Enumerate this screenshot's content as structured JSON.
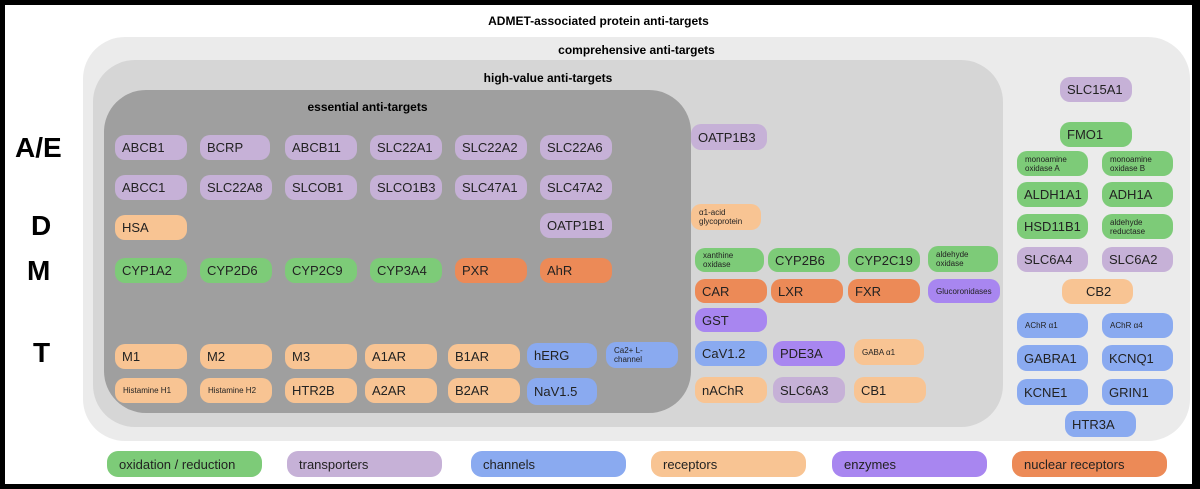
{
  "title": "ADMET-associated protein anti-targets",
  "regions": {
    "comprehensive": "comprehensive anti-targets",
    "high_value": "high-value anti-targets",
    "essential": "essential anti-targets"
  },
  "row_labels": {
    "ae": "A/E",
    "d": "D",
    "m": "M",
    "t": "T"
  },
  "colors": {
    "oxidation_reduction": "#7dcb78",
    "transporters": "#c6b1d7",
    "channels": "#8aaaf0",
    "receptors": "#f8c493",
    "enzymes": "#a886f0",
    "nuclear_receptors": "#ec8a57"
  },
  "legend": [
    {
      "label": "oxidation / reduction",
      "category": "oxid"
    },
    {
      "label": "transporters",
      "category": "trans"
    },
    {
      "label": "channels",
      "category": "chan"
    },
    {
      "label": "receptors",
      "category": "rec"
    },
    {
      "label": "enzymes",
      "category": "enz"
    },
    {
      "label": "nuclear receptors",
      "category": "nuc"
    }
  ],
  "targets": {
    "essential": [
      {
        "label": "ABCB1",
        "category": "trans"
      },
      {
        "label": "BCRP",
        "category": "trans"
      },
      {
        "label": "ABCB11",
        "category": "trans"
      },
      {
        "label": "SLC22A1",
        "category": "trans"
      },
      {
        "label": "SLC22A2",
        "category": "trans"
      },
      {
        "label": "SLC22A6",
        "category": "trans"
      },
      {
        "label": "ABCC1",
        "category": "trans"
      },
      {
        "label": "SLC22A8",
        "category": "trans"
      },
      {
        "label": "SLCOB1",
        "category": "trans"
      },
      {
        "label": "SLCO1B3",
        "category": "trans"
      },
      {
        "label": "SLC47A1",
        "category": "trans"
      },
      {
        "label": "SLC47A2",
        "category": "trans"
      },
      {
        "label": "HSA",
        "category": "rec"
      },
      {
        "label": "OATP1B1",
        "category": "trans"
      },
      {
        "label": "CYP1A2",
        "category": "oxid"
      },
      {
        "label": "CYP2D6",
        "category": "oxid"
      },
      {
        "label": "CYP2C9",
        "category": "oxid"
      },
      {
        "label": "CYP3A4",
        "category": "oxid"
      },
      {
        "label": "PXR",
        "category": "nuc"
      },
      {
        "label": "AhR",
        "category": "nuc"
      },
      {
        "label": "M1",
        "category": "rec"
      },
      {
        "label": "M2",
        "category": "rec"
      },
      {
        "label": "M3",
        "category": "rec"
      },
      {
        "label": "A1AR",
        "category": "rec"
      },
      {
        "label": "B1AR",
        "category": "rec"
      },
      {
        "label": "hERG",
        "category": "chan"
      },
      {
        "label": "Ca2+ L-channel",
        "category": "chan"
      },
      {
        "label": "Histamine H1",
        "category": "rec"
      },
      {
        "label": "Histamine H2",
        "category": "rec"
      },
      {
        "label": "HTR2B",
        "category": "rec"
      },
      {
        "label": "A2AR",
        "category": "rec"
      },
      {
        "label": "B2AR",
        "category": "rec"
      },
      {
        "label": "NaV1.5",
        "category": "chan"
      }
    ],
    "high_value": [
      {
        "label": "OATP1B3",
        "category": "trans"
      },
      {
        "label": "α1-acid glycoprotein",
        "category": "rec"
      },
      {
        "label": "xanthine oxidase",
        "category": "oxid"
      },
      {
        "label": "CYP2B6",
        "category": "oxid"
      },
      {
        "label": "CYP2C19",
        "category": "oxid"
      },
      {
        "label": "aldehyde oxidase",
        "category": "oxid"
      },
      {
        "label": "CAR",
        "category": "nuc"
      },
      {
        "label": "LXR",
        "category": "nuc"
      },
      {
        "label": "FXR",
        "category": "nuc"
      },
      {
        "label": "Glucoronidases",
        "category": "enz"
      },
      {
        "label": "GST",
        "category": "enz"
      },
      {
        "label": "CaV1.2",
        "category": "chan"
      },
      {
        "label": "PDE3A",
        "category": "enz"
      },
      {
        "label": "GABA α1",
        "category": "rec"
      },
      {
        "label": "nAChR",
        "category": "rec"
      },
      {
        "label": "SLC6A3",
        "category": "trans"
      },
      {
        "label": "CB1",
        "category": "rec"
      }
    ],
    "comprehensive": [
      {
        "label": "SLC15A1",
        "category": "trans"
      },
      {
        "label": "FMO1",
        "category": "oxid"
      },
      {
        "label": "monoamine oxidase A",
        "category": "oxid"
      },
      {
        "label": "monoamine oxidase B",
        "category": "oxid"
      },
      {
        "label": "ALDH1A1",
        "category": "oxid"
      },
      {
        "label": "ADH1A",
        "category": "oxid"
      },
      {
        "label": "HSD11B1",
        "category": "oxid"
      },
      {
        "label": "aldehyde reductase",
        "category": "oxid"
      },
      {
        "label": "SLC6A4",
        "category": "trans"
      },
      {
        "label": "SLC6A2",
        "category": "trans"
      },
      {
        "label": "CB2",
        "category": "rec"
      },
      {
        "label": "AChR α1",
        "category": "chan"
      },
      {
        "label": "AChR α4",
        "category": "chan"
      },
      {
        "label": "GABRA1",
        "category": "chan"
      },
      {
        "label": "KCNQ1",
        "category": "chan"
      },
      {
        "label": "KCNE1",
        "category": "chan"
      },
      {
        "label": "GRIN1",
        "category": "chan"
      },
      {
        "label": "HTR3A",
        "category": "chan"
      }
    ]
  }
}
